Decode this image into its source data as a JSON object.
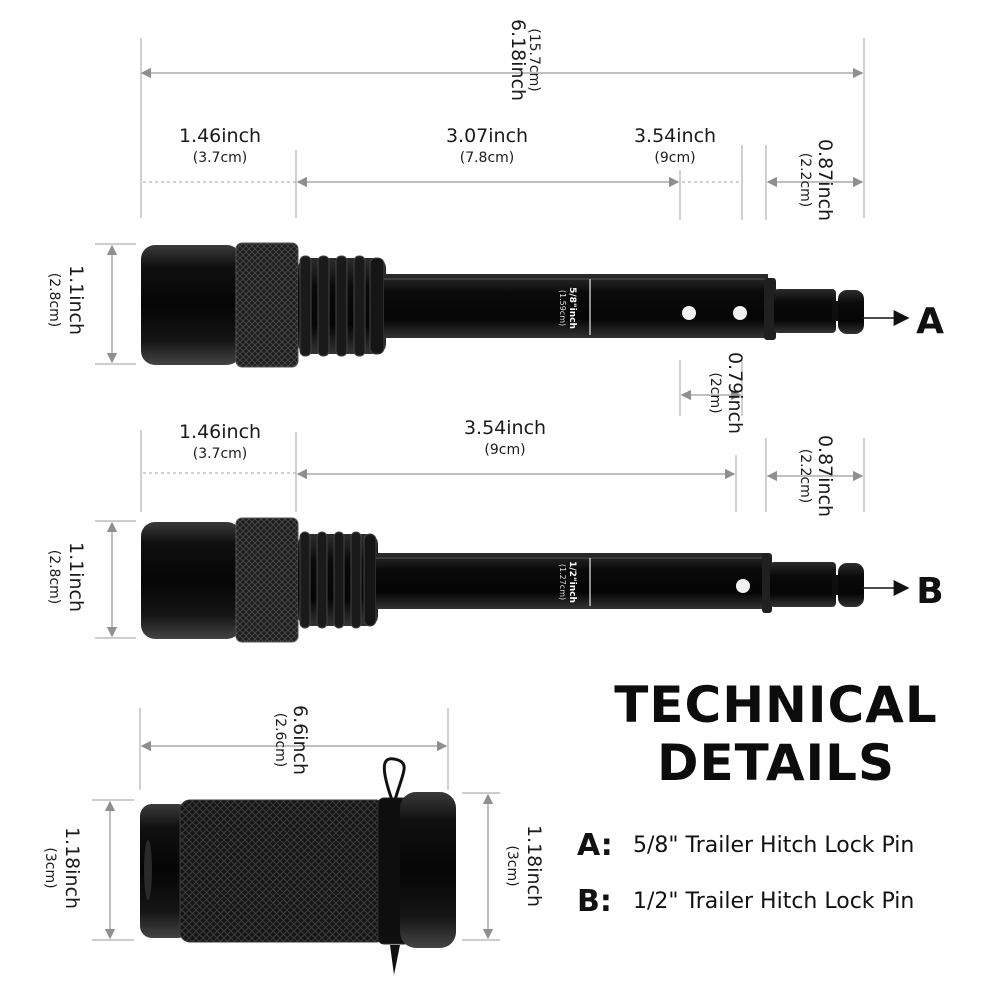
{
  "title": {
    "line1": "TECHNICAL",
    "line2": "DETAILS"
  },
  "legend": {
    "a_key": "A:",
    "a_text": "5/8\" Trailer Hitch Lock Pin",
    "b_key": "B:",
    "b_text": "1/2\" Trailer Hitch Lock Pin"
  },
  "pin_labels": {
    "a": "A",
    "b": "B"
  },
  "pin_a": {
    "overall": {
      "main": "6.18inch",
      "sub": "(15.7cm)"
    },
    "head": {
      "main": "1.46inch",
      "sub": "(3.7cm)"
    },
    "shaft": {
      "main": "3.07inch",
      "sub": "(7.8cm)"
    },
    "usable": {
      "main": "3.54inch",
      "sub": "(9cm)"
    },
    "tip": {
      "main": "0.87inch",
      "sub": "(2.2cm)"
    },
    "height": {
      "main": "1.1inch",
      "sub": "(2.8cm)"
    },
    "diameter": {
      "main": "5/8\"inch",
      "sub": "(1.59cm)"
    },
    "hole_spacing": {
      "main": "0.79inch",
      "sub": "(2cm)"
    }
  },
  "pin_b": {
    "head": {
      "main": "1.46inch",
      "sub": "(3.7cm)"
    },
    "shaft": {
      "main": "3.54inch",
      "sub": "(9cm)"
    },
    "tip": {
      "main": "0.87inch",
      "sub": "(2.2cm)"
    },
    "height": {
      "main": "1.1inch",
      "sub": "(2.8cm)"
    },
    "diameter": {
      "main": "1/2\"inch",
      "sub": "(1.27cm)"
    }
  },
  "lock": {
    "length": {
      "main": "6.6inch",
      "sub": "(2.6cm)"
    },
    "height_left": {
      "main": "1.18inch",
      "sub": "(3cm)"
    },
    "height_right": {
      "main": "1.18inch",
      "sub": "(3cm)"
    }
  },
  "colors": {
    "metal": "#0d0d0d",
    "highlight": "#5a5a5a",
    "dim_line": "#9a9a9a",
    "text": "#111111"
  }
}
